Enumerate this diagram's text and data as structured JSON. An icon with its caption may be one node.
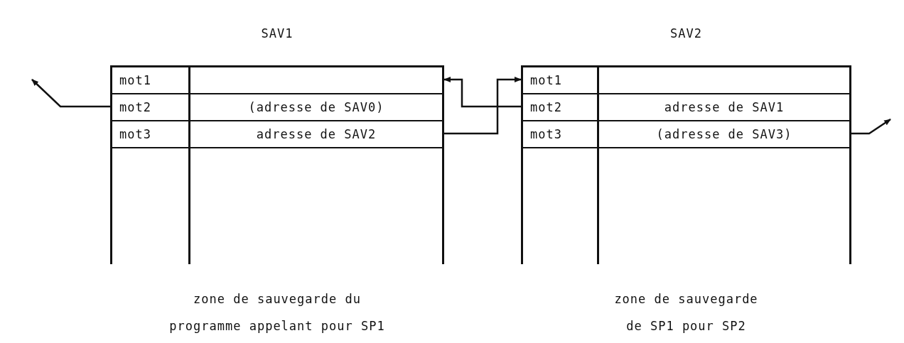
{
  "diagram": {
    "nodes": [
      {
        "text": [
          "SAV1"
        ],
        "beside": [
          "zone de sauvegarde du programme appelant pour SP1"
        ]
      },
      {
        "text": [
          "mot1"
        ],
        "in": 0
      },
      {
        "text": [
          "mot2",
          "(adresse de SAV0)"
        ],
        "in": 0
      },
      {
        "text": [
          "mot3",
          "adresse de SAV2"
        ],
        "in": 0
      },
      {
        "text": [
          "SAV2"
        ],
        "beside": [
          "zone de sauvegarde de SP1 pour SP2"
        ]
      },
      {
        "text": [
          "mot1"
        ],
        "in": 4
      },
      {
        "text": [
          "mot2",
          "adresse de SAV1"
        ],
        "in": 4
      },
      {
        "text": [
          "mot3",
          "(adresse de SAV3)"
        ],
        "in": 4
      }
    ],
    "edges": [
      {
        "from": 6,
        "to": 1,
        "arrow": "to"
      },
      {
        "from": 3,
        "to": 5,
        "arrow": "to"
      },
      {
        "from": 2,
        "to": null,
        "arrow": "to"
      },
      {
        "from": 7,
        "to": null,
        "arrow": "to"
      }
    ]
  }
}
